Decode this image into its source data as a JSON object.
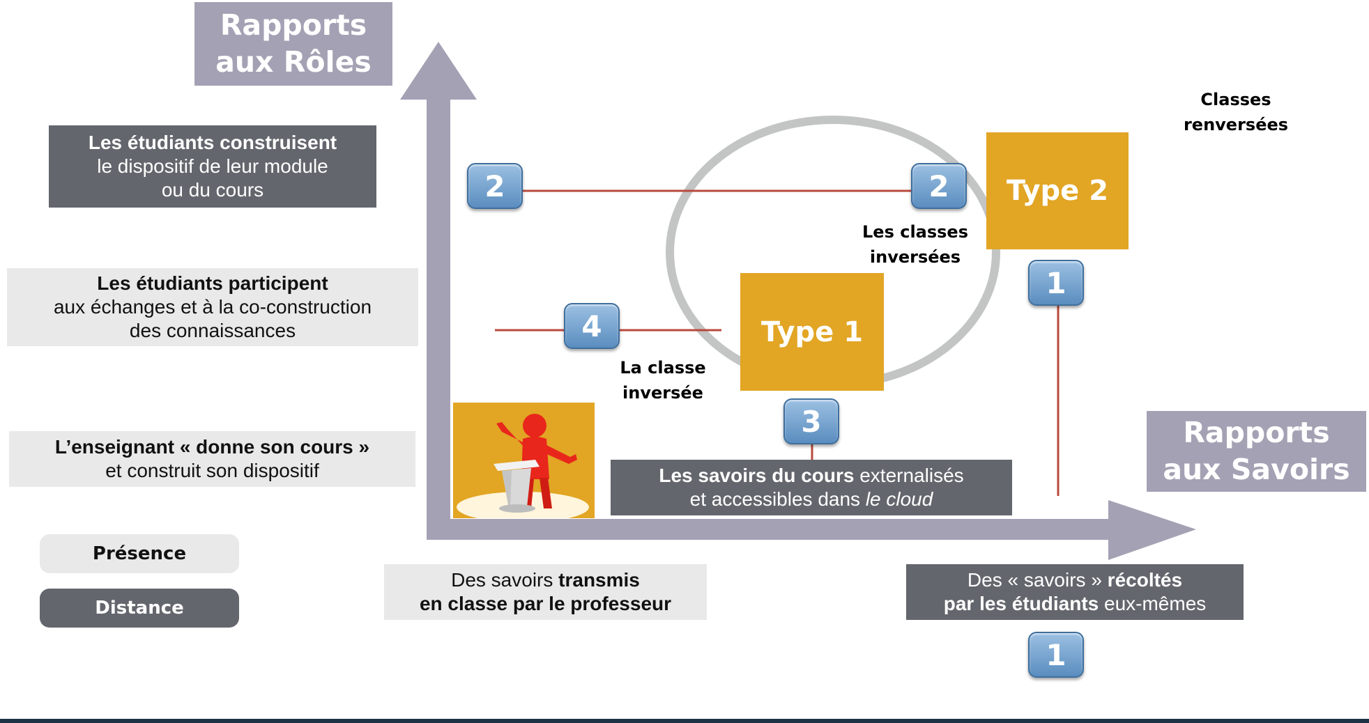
{
  "axes": {
    "y_title_line1": "Rapports",
    "y_title_line2": "aux Rôles",
    "x_title_line1": "Rapports",
    "x_title_line2": "aux Savoirs"
  },
  "roles": {
    "construisent_bold": "Les étudiants construisent",
    "construisent_rest1": "le dispositif de leur module",
    "construisent_rest2": "ou du cours",
    "participent_bold": "Les étudiants participent",
    "participent_rest1": "aux échanges et à la co-construction",
    "participent_rest2": "des connaissances",
    "enseignant_pre": "L’enseignant « ",
    "enseignant_bold": "donne son cours",
    "enseignant_post": " »",
    "enseignant_rest": "et construit son dispositif"
  },
  "legend": {
    "presence": "Présence",
    "distance": "Distance"
  },
  "savoirs": {
    "transmis_pre": "Des savoirs ",
    "transmis_bold1": "transmis",
    "transmis_bold2": "en classe par le professeur",
    "recoltes_pre": "Des « savoirs » ",
    "recoltes_bold1": "récoltés",
    "recoltes_bold2": "par les étudiants",
    "recoltes_post": " eux-mêmes",
    "cours_bold": "Les savoirs du cours",
    "cours_rest1": " externalisés",
    "cours_rest2": "et accessibles dans ",
    "cours_italic": "le cloud"
  },
  "types": {
    "type1": "Type 1",
    "type2": "Type 2"
  },
  "labels": {
    "classes_renversees_1": "Classes",
    "classes_renversees_2": "renversées",
    "classes_inversees_1": "Les classes",
    "classes_inversees_2": "inversées",
    "classe_inversee_1": "La classe",
    "classe_inversee_2": "inversée"
  },
  "badges": {
    "two_left": "2",
    "two_right": "2",
    "one_upper": "1",
    "four": "4",
    "three": "3",
    "one_lower": "1"
  },
  "colors": {
    "axis": "#a5a1b4",
    "dark_box": "#63666c",
    "light_box": "#e9e9e9",
    "type_fill": "#e2a524",
    "ellipse": "#c3c4c4",
    "connector": "#b84a3c"
  }
}
